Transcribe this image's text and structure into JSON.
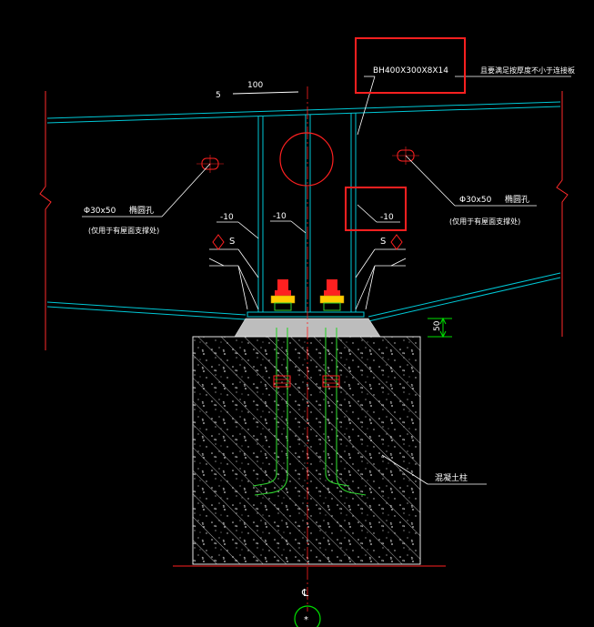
{
  "drawing": {
    "beam_label": "BH400X300X8X14",
    "beam_note": "且要满足按厚度不小于连接板",
    "slope_ratio": "5",
    "slope_run": "100",
    "left_hole_spec": "Φ30x50",
    "left_hole_name": "椭圆孔",
    "left_hole_note": "(仅用于有屋面支撑处)",
    "right_hole_spec": "Φ30x50",
    "right_hole_name": "椭圆孔",
    "right_hole_note": "(仅用于有屋面支撑处)",
    "stiffener_left": "-10",
    "stiffener_center": "-10",
    "stiffener_right": "-10",
    "weld_left": "S",
    "weld_right": "S",
    "grout_dim": "50",
    "column_label": "混凝土柱",
    "centerline_mark": "℄",
    "axis_label": "*"
  },
  "colors": {
    "background": "#000000",
    "steel": "#00c8d6",
    "leader": "#ffffff",
    "break_line": "#ff2a2a",
    "highlight_box": "#ff2020",
    "bolt": "#ff2020",
    "nut": "#ffcc00",
    "anchor": "#2fd22f",
    "dimension": "#00e000",
    "grout": "#c8c8c8",
    "concrete_outline": "#e6e6e6",
    "centerline": "#ff2020",
    "axis_bubble": "#00e000"
  }
}
